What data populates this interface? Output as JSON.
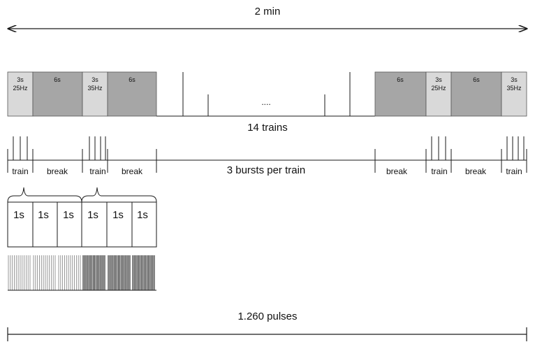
{
  "diagram": {
    "total_duration": "2 min",
    "ellipsis": "....",
    "train_count": "14 trains",
    "bursts_per_train": "3 bursts per train",
    "total_pulses": "1.260 pulses",
    "blocks": [
      {
        "line1": "3s",
        "line2": "25Hz",
        "kind": "stim"
      },
      {
        "line1": "6s",
        "line2": "",
        "kind": "break"
      },
      {
        "line1": "3s",
        "line2": "35Hz",
        "kind": "stim"
      },
      {
        "line1": "6s",
        "line2": "",
        "kind": "break"
      },
      {
        "line1": "6s",
        "line2": "",
        "kind": "break"
      },
      {
        "line1": "3s",
        "line2": "25Hz",
        "kind": "stim"
      },
      {
        "line1": "6s",
        "line2": "",
        "kind": "break"
      },
      {
        "line1": "3s",
        "line2": "35Hz",
        "kind": "stim"
      }
    ],
    "segments": [
      "train",
      "break",
      "train",
      "break",
      "break",
      "train",
      "break",
      "train"
    ],
    "bursts": [
      "1s",
      "1s",
      "1s",
      "1s",
      "1s",
      "1s"
    ],
    "colors": {
      "stim_block": "#d9d9d9",
      "break_block": "#a6a6a6",
      "line": "#1a1a1a",
      "pulse_25hz": "#8c8c8c",
      "pulse_35hz": "#1f1f1f"
    }
  }
}
